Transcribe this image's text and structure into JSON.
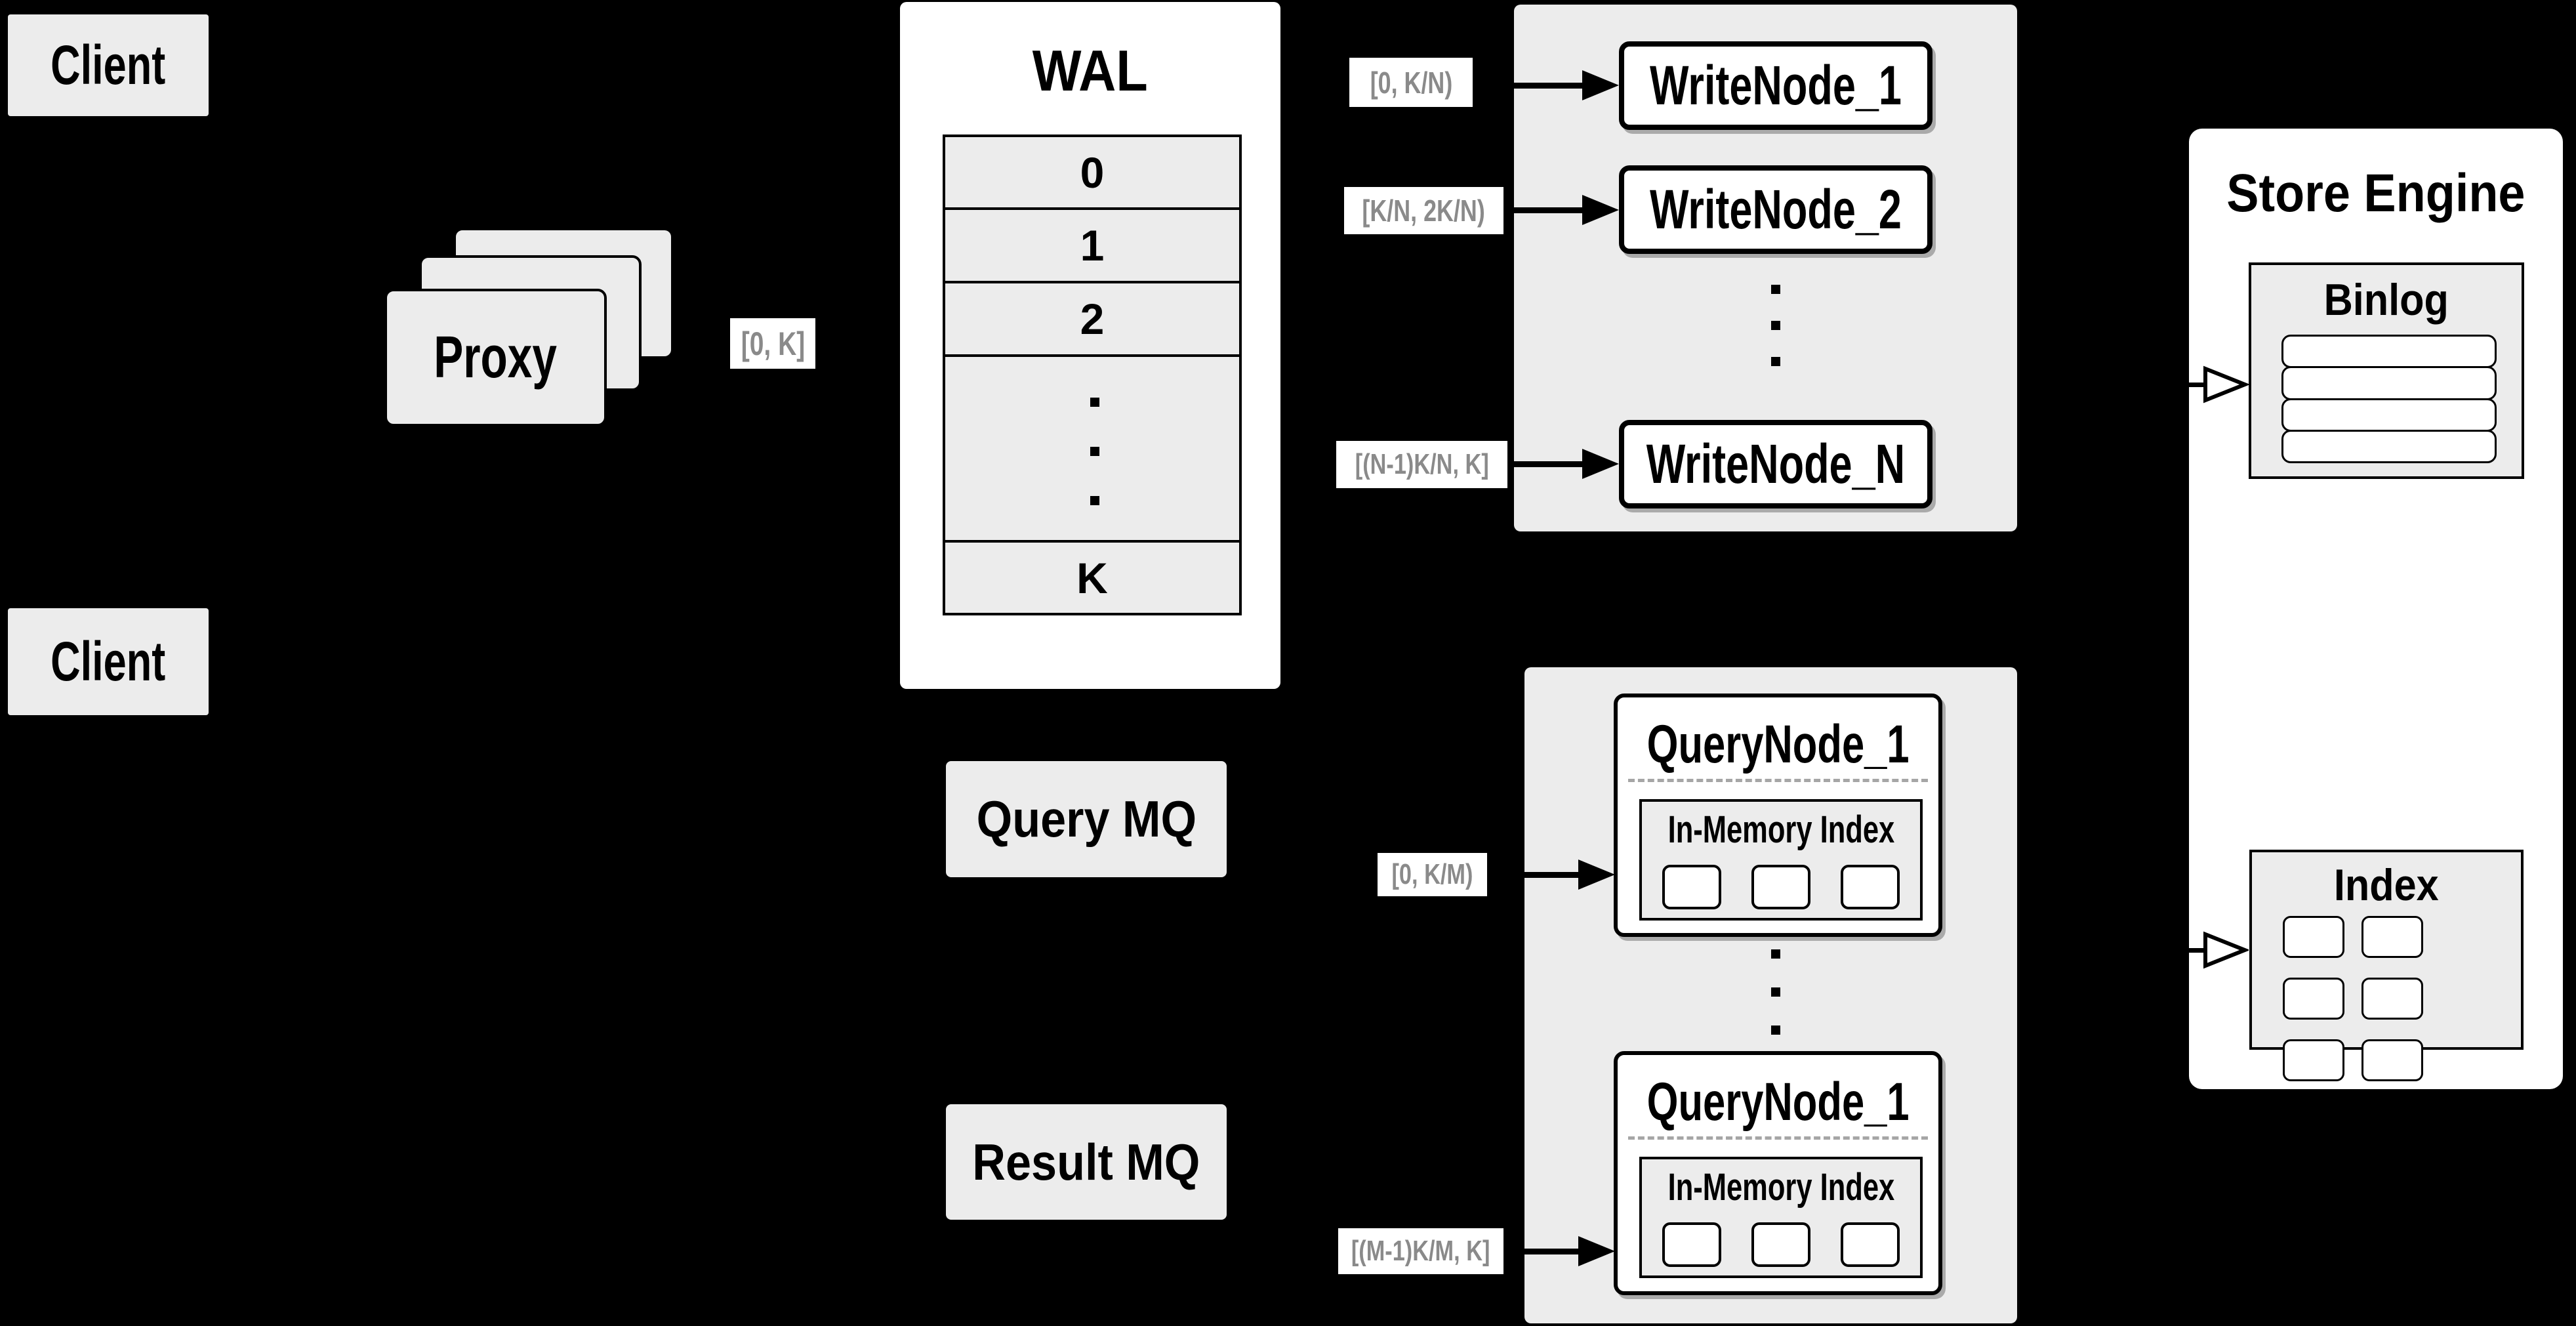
{
  "colors": {
    "background": "#000000",
    "panel_gray": "#ececec",
    "node_fill": "#ffffff",
    "stroke": "#000000",
    "range_text": "#8a8a8a",
    "dash": "#a6a6a6"
  },
  "clients": {
    "top_label": "Client",
    "bottom_label": "Client"
  },
  "proxy": {
    "label": "Proxy"
  },
  "wal": {
    "title": "WAL",
    "rows": [
      "0",
      "1",
      "2",
      "K"
    ]
  },
  "ranges": {
    "proxy_out": "[0, K]",
    "write_1": "[0, K/N)",
    "write_2": "[K/N, 2K/N)",
    "write_n": "[(N-1)K/N, K]",
    "query_1": "[0, K/M)",
    "query_m": "[(M-1)K/M, K]"
  },
  "write_nodes": {
    "node_1": "WriteNode_1",
    "node_2": "WriteNode_2",
    "node_n": "WriteNode_N"
  },
  "mq": {
    "query_label": "Query MQ",
    "result_label": "Result MQ"
  },
  "query_nodes": {
    "top": {
      "title": "QueryNode_1",
      "index_label": "In-Memory Index"
    },
    "bottom": {
      "title": "QueryNode_1",
      "index_label": "In-Memory Index"
    }
  },
  "store": {
    "title": "Store Engine",
    "binlog_title": "Binlog",
    "index_title": "Index"
  }
}
